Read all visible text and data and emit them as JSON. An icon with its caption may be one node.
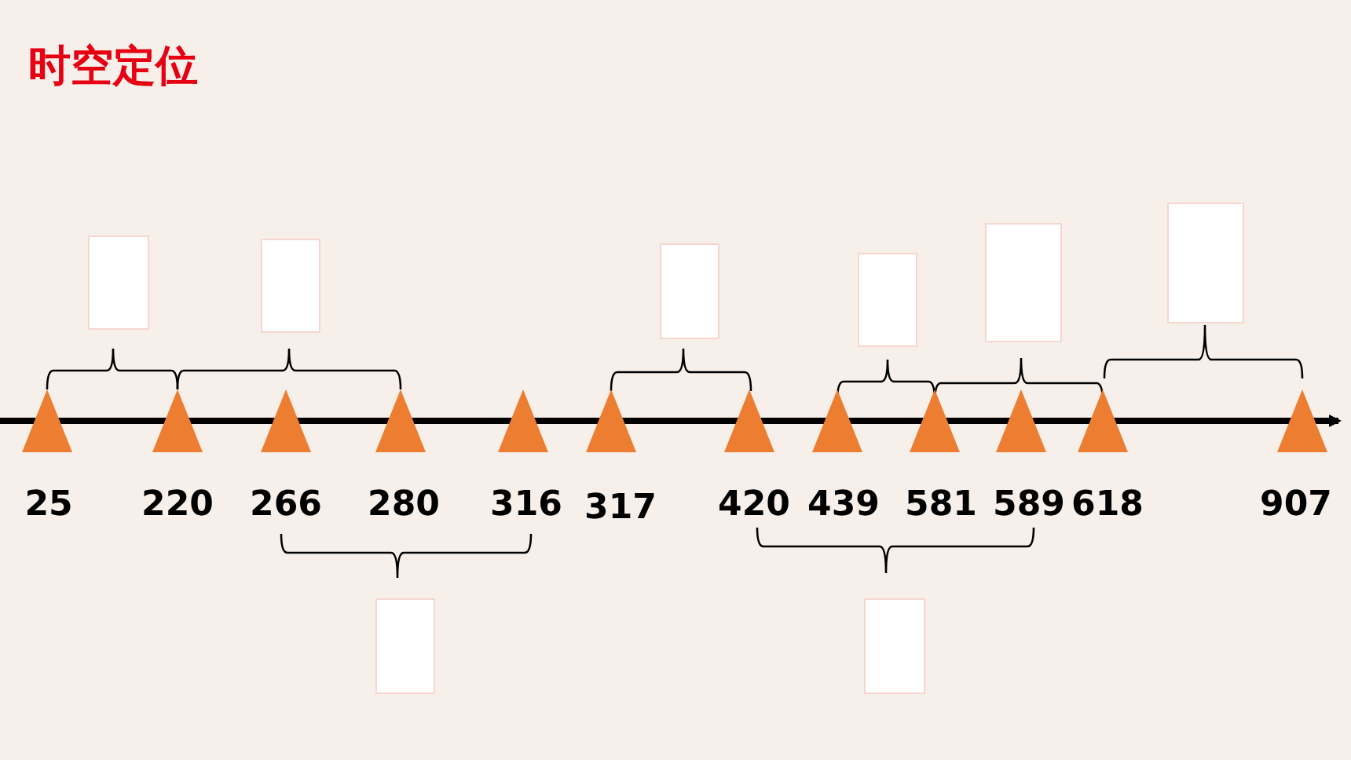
{
  "diagram": {
    "title": "时空定位",
    "nodes": [
      {
        "text": [],
        "shape": "box"
      },
      {
        "text": [],
        "shape": "box"
      },
      {
        "text": [],
        "shape": "box"
      },
      {
        "text": [],
        "shape": "box"
      },
      {
        "text": [],
        "shape": "box"
      },
      {
        "text": [],
        "shape": "box"
      },
      {
        "text": [],
        "shape": "box"
      },
      {
        "text": [],
        "shape": "box"
      }
    ],
    "labels": [
      "25",
      "220",
      "266",
      "280",
      "316",
      "317",
      "420",
      "439",
      "581",
      "589",
      "618",
      "907"
    ]
  }
}
